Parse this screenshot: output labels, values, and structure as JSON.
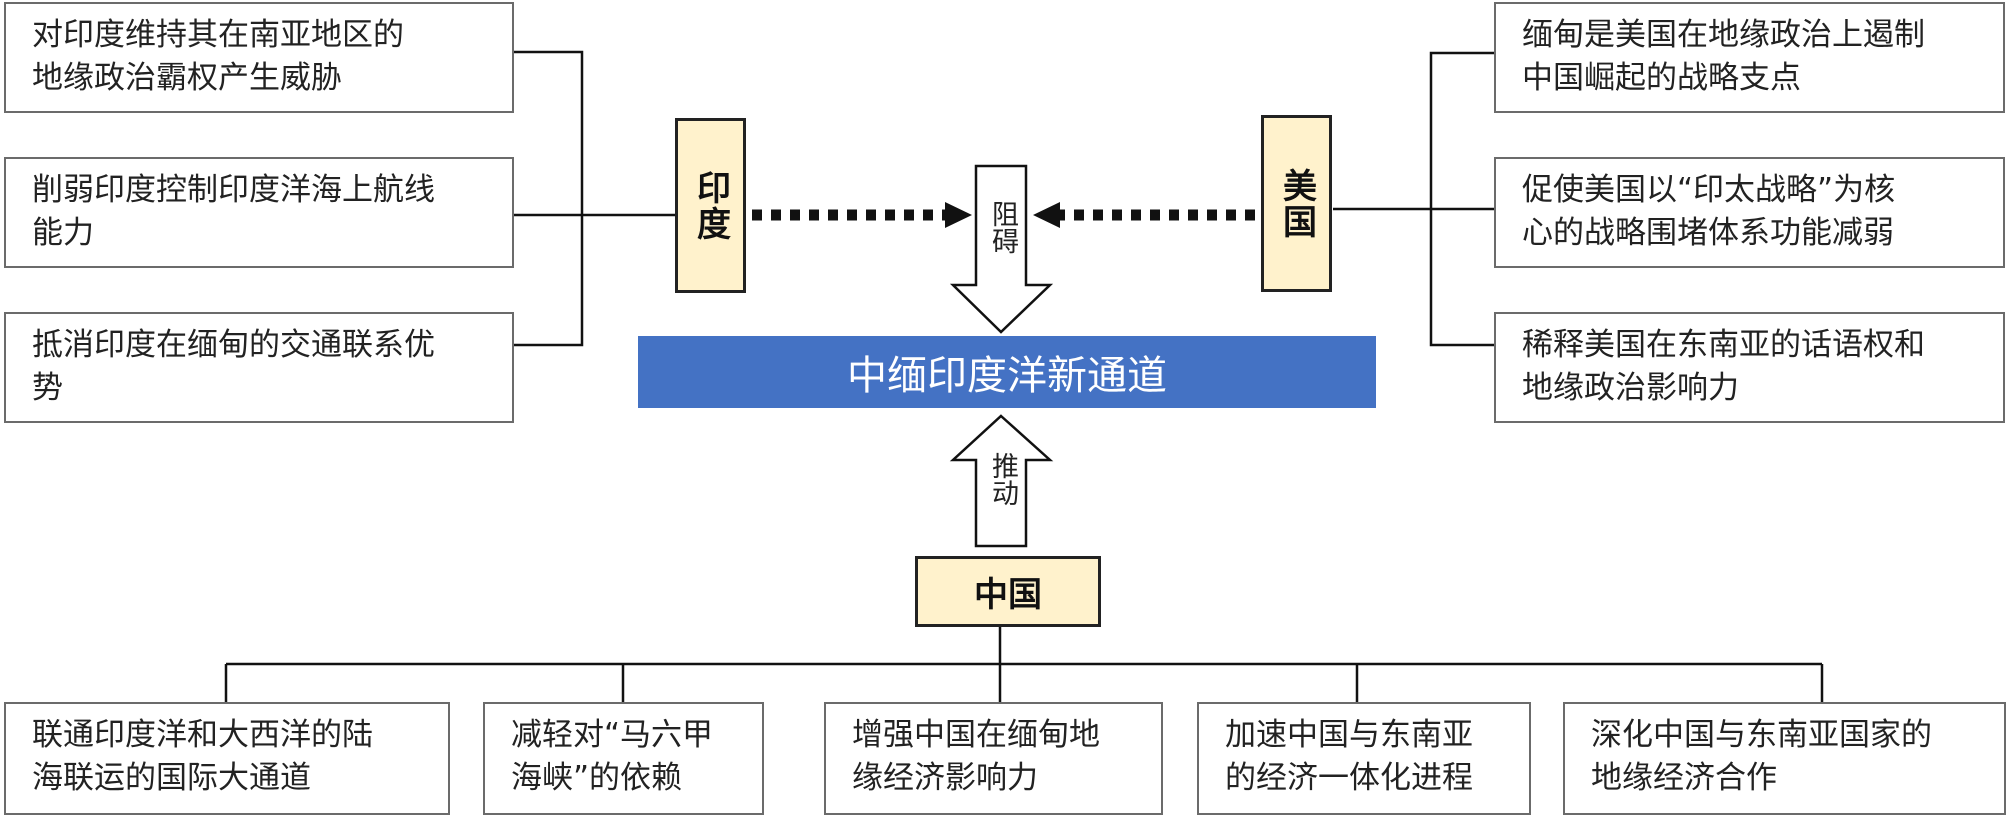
{
  "india": {
    "label": "印度",
    "points": [
      [
        "对印度维持其在南亚地区的",
        "地缘政治霸权产生威胁"
      ],
      [
        "削弱印度控制印度洋海上航线",
        "能力"
      ],
      [
        "抵消印度在缅甸的交通联系优",
        "势"
      ]
    ]
  },
  "usa": {
    "label": "美国",
    "points": [
      [
        "缅甸是美国在地缘政治上遏制",
        "中国崛起的战略支点"
      ],
      [
        "促使美国以“印太战略”为核",
        "心的战略围堵体系功能减弱"
      ],
      [
        "稀释美国在东南亚的话语权和",
        "地缘政治影响力"
      ]
    ]
  },
  "center": {
    "title": "中缅印度洋新通道"
  },
  "arrows": {
    "block": "阻碍",
    "push": "推动"
  },
  "china": {
    "label": "中国",
    "points": [
      [
        "联通印度洋和大西洋的陆",
        "海联运的国际大通道"
      ],
      [
        "减轻对“马六甲",
        "海峡”的依赖"
      ],
      [
        "增强中国在缅甸地",
        "缘经济影响力"
      ],
      [
        "加速中国与东南亚",
        "的经济一体化进程"
      ],
      [
        "深化中国与东南亚国家的",
        "地缘经济合作"
      ]
    ]
  },
  "colors": {
    "actor_fill": "#fff2cc",
    "bar_fill": "#4472c4",
    "bar_text": "#ffffff"
  }
}
